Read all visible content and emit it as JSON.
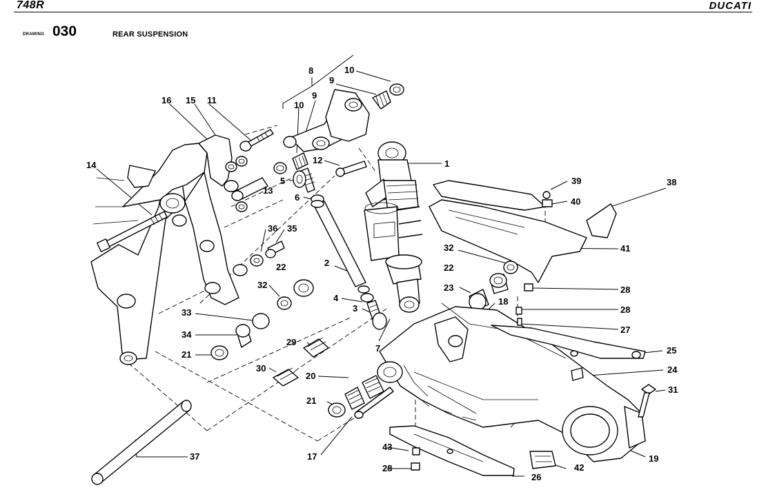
{
  "header": {
    "model": "748R",
    "brand": "DUCATI"
  },
  "drawing": {
    "label": "DRAWING",
    "number": "030",
    "title": "REAR SUSPENSION"
  },
  "callouts": {
    "c1": "1",
    "c2": "2",
    "c3": "3",
    "c4": "4",
    "c5": "5",
    "c6": "6",
    "c7": "7",
    "c8": "8",
    "c9a": "9",
    "c9b": "9",
    "c10a": "10",
    "c10b": "10",
    "c11": "11",
    "c12": "12",
    "c13": "13",
    "c14": "14",
    "c15": "15",
    "c16": "16",
    "c17": "17",
    "c18": "18",
    "c19": "19",
    "c20": "20",
    "c21a": "21",
    "c21b": "21",
    "c22a": "22",
    "c22b": "22",
    "c23": "23",
    "c24": "24",
    "c25": "25",
    "c26": "26",
    "c27": "27",
    "c28a": "28",
    "c28b": "28",
    "c28c": "28",
    "c29": "29",
    "c30": "30",
    "c31": "31",
    "c32a": "32",
    "c32b": "32",
    "c33": "33",
    "c34": "34",
    "c35": "35",
    "c36": "36",
    "c37": "37",
    "c38": "38",
    "c39": "39",
    "c40": "40",
    "c41": "41",
    "c42": "42",
    "c43": "43"
  }
}
